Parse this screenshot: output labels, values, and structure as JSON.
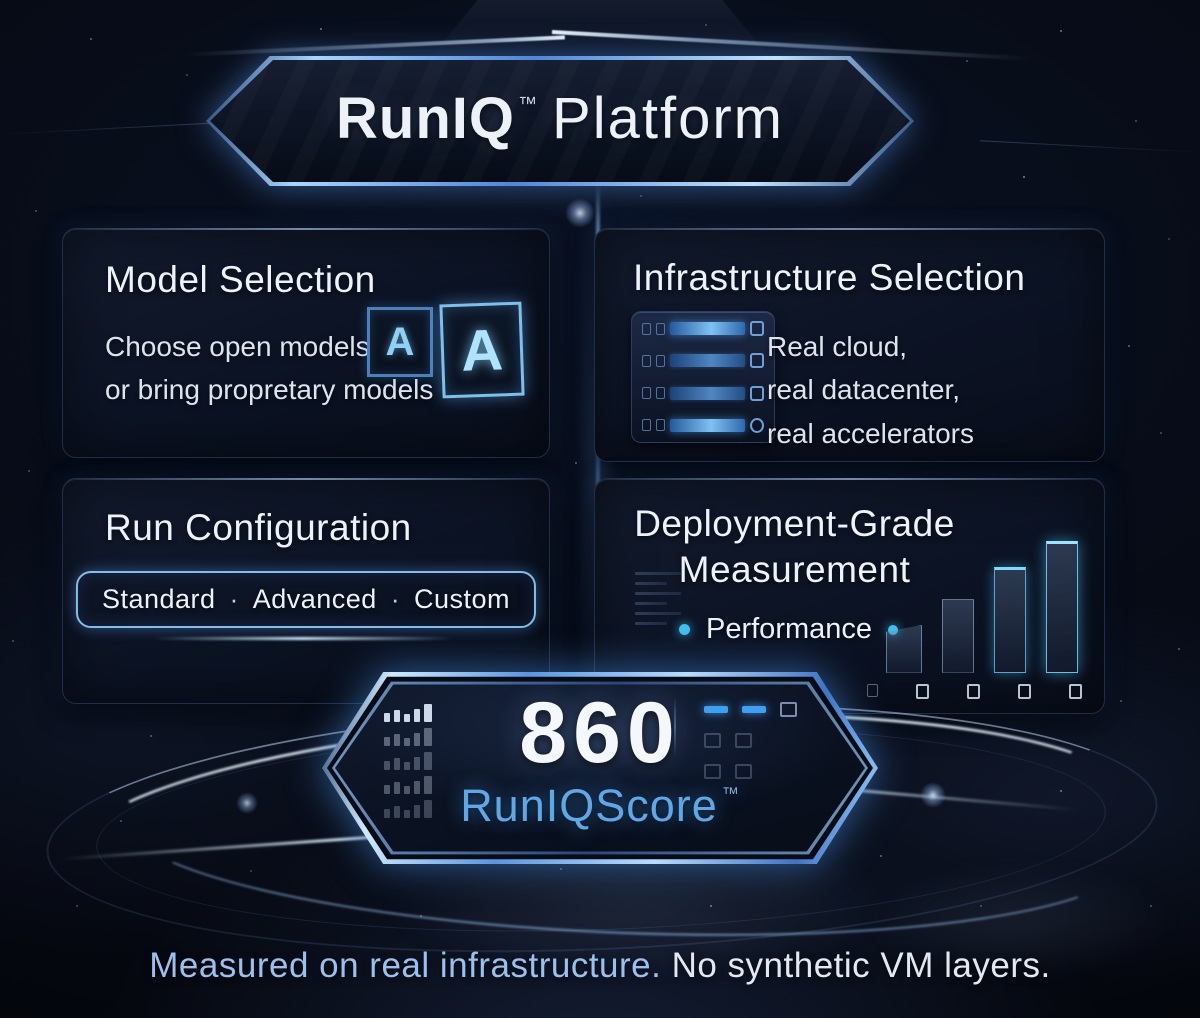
{
  "banner": {
    "brand": "RunIQ",
    "trademark": "™",
    "product": "Platform"
  },
  "panels": {
    "model_selection": {
      "title": "Model Selection",
      "line1": "Choose open models",
      "line2": "or bring propretary models",
      "icon_letter_small": "A",
      "icon_letter_large": "A"
    },
    "infrastructure_selection": {
      "title": "Infrastructure Selection",
      "line1": "Real cloud,",
      "line2": "real datacenter,",
      "line3": "real accelerators"
    },
    "run_configuration": {
      "title": "Run Configuration",
      "options": [
        "Standard",
        "Advanced",
        "Custom"
      ],
      "separator": "·"
    },
    "deployment_measurement": {
      "title_line1": "Deployment-Grade",
      "title_line2": "Measurement",
      "metric": "Performance"
    }
  },
  "score_badge": {
    "score": "860",
    "label": "RunIQScore",
    "trademark": "™"
  },
  "caption": {
    "highlight": "Measured on real infrastructure.",
    "rest": " No synthetic VM layers."
  },
  "colors": {
    "accent_blue": "#4fc3f7",
    "neon_border": "#86bce8",
    "score_label_blue": "#5fa8e8",
    "caption_highlight": "#9cc0ee",
    "background": "#070b16"
  }
}
